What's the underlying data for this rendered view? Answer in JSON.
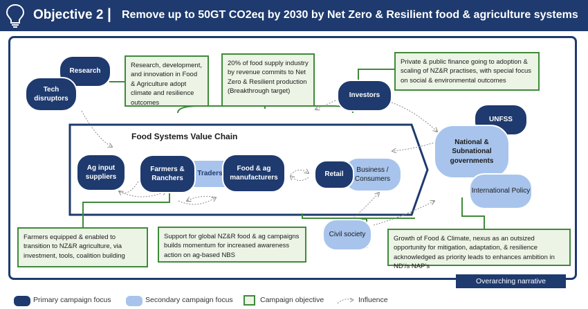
{
  "header": {
    "objective": "Objective 2",
    "separator": "|",
    "title": "Remove up to 50GT CO2eq by 2030 by Net Zero & Resilient food & agriculture systems"
  },
  "value_chain": {
    "title": "Food Systems Value Chain",
    "ag_input": "Ag input suppliers",
    "farmers": "Farmers & Ranchers",
    "traders": "Traders",
    "manufacturers": "Food & ag manufacturers",
    "retail": "Retail",
    "business": "Business / Consumers"
  },
  "nodes": {
    "research": "Research",
    "tech": "Tech disruptors",
    "investors": "Investors",
    "unfss": "UNFSS",
    "national": "National & Subnational governments",
    "international": "International Policy",
    "civil": "Civil society"
  },
  "objectives": {
    "research_obj": "Research, development, and innovation in Food & Agriculture adopt climate and resilience outcomes",
    "food_supply_obj": "20% of food supply industry by revenue commits to Net Zero & Resilient production (Breakthrough target)",
    "finance_obj": "Private & public finance going to adoption & scaling of NZ&R practises, with special focus on social & environmental outcomes",
    "farmers_obj": "Farmers equipped & enabled to transition to NZ&R agriculture, via investment, tools, coalition building",
    "campaigns_obj": "Support for global NZ&R food & ag campaigns builds momentum for increased awareness action on ag-based NBS",
    "climate_obj": "Growth of Food & Climate, nexus as an outsized opportunity for mitigation, adaptation, & resilience acknowledged as priority leads to enhances ambition in ND’/s NAP’s"
  },
  "narrative": "Overarching narrative",
  "legend": {
    "primary": "Primary campaign focus",
    "secondary": "Secondary campaign focus",
    "objective": "Campaign objective",
    "influence": "Influence"
  },
  "colors": {
    "primary": "#1e3a6e",
    "secondary": "#a8c4ec",
    "objective_fill": "#ecf4e6",
    "objective_border": "#3e8a3a"
  },
  "icons": {
    "header": "lightbulb-icon",
    "influence": "dotted-arrow-icon"
  }
}
